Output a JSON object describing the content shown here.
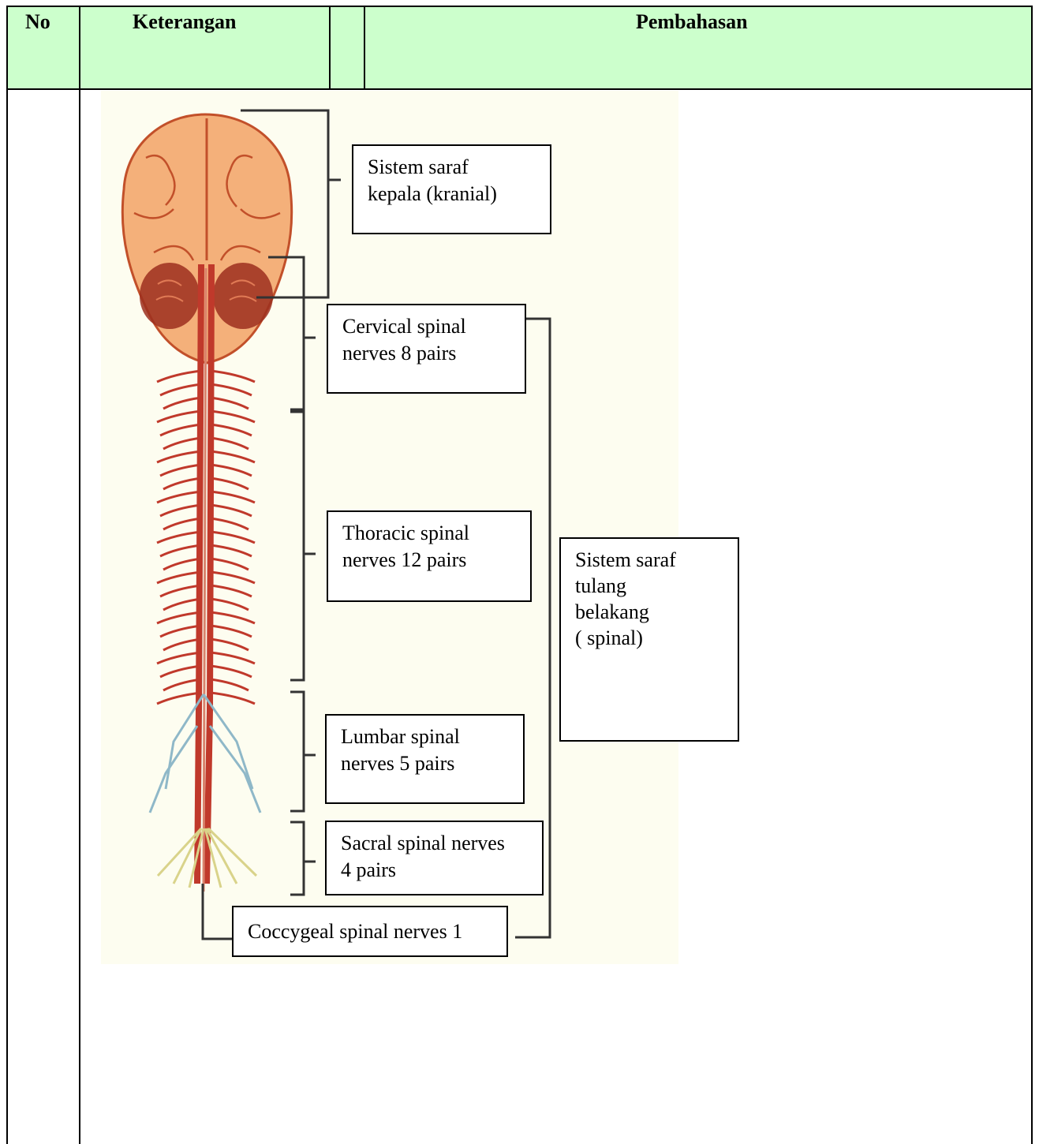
{
  "table": {
    "headers": {
      "no": "No",
      "keterangan": "Keterangan",
      "pembahasan": "Pembahasan"
    }
  },
  "diagram": {
    "labels": {
      "kranial": "Sistem saraf\nkepala (kranial)",
      "cervical": "Cervical spinal\nnerves 8 pairs",
      "thoracic": "Thoracic spinal\nnerves 12 pairs",
      "lumbar": "Lumbar spinal\nnerves 5 pairs",
      "sacral": "Sacral spinal nerves\n4 pairs",
      "coccygeal": "Coccygeal spinal nerves 1",
      "spinal": "Sistem saraf\ntulang\nbelakang\n ( spinal)"
    },
    "colors": {
      "brain": "#f4b07a",
      "brain_dark": "#c2502a",
      "nerve": "#c0392b",
      "nerve_blue": "#8fb8c8",
      "nerve_yellow": "#d9d38a"
    }
  }
}
